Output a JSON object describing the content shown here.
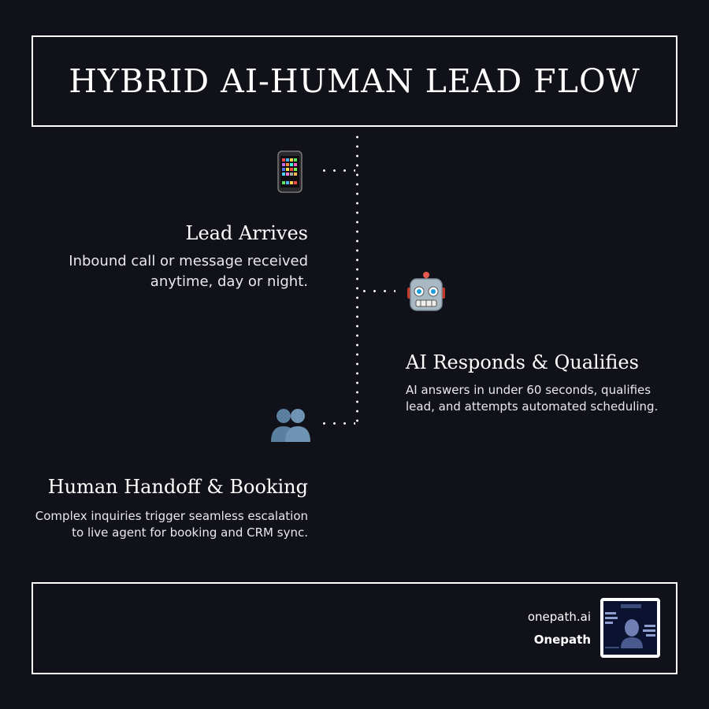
{
  "title": "HYBRID AI-HUMAN LEAD FLOW",
  "steps": [
    {
      "icon": "mobile-phone-icon",
      "title": "Lead Arrives",
      "description_lines": [
        "Inbound call or message received",
        "anytime, day or night."
      ]
    },
    {
      "icon": "robot-icon",
      "title": "AI Responds & Qualifies",
      "description_lines": [
        "AI answers in under 60 seconds, qualifies",
        "lead, and attempts automated scheduling."
      ]
    },
    {
      "icon": "people-icon",
      "title": "Human Handoff & Booking",
      "description_lines": [
        "Complex inquiries trigger seamless escalation",
        "to live agent for booking and CRM sync."
      ]
    }
  ],
  "footer": {
    "url": "onepath.ai",
    "brand": "Onepath",
    "thumbnail_icon": "brand-thumbnail-image"
  },
  "colors": {
    "background": "#111119",
    "foreground": "#ffffff"
  }
}
